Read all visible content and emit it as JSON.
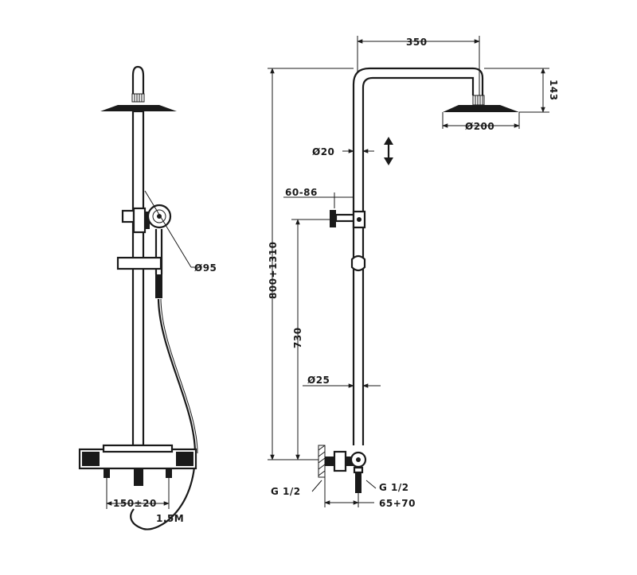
{
  "front_view": {
    "handshower_diameter": "Ø95",
    "hose_length": "1.5M",
    "inlet_spacing": "150±20"
  },
  "side_view": {
    "arm_reach": "350",
    "head_height": "143",
    "head_diameter": "Ø200",
    "rail_diameter": "Ø20",
    "bracket_range": "60-86",
    "total_height": "800+1310",
    "slider_height": "730",
    "pipe_diameter": "Ø25",
    "inlet_left": "G 1/2",
    "inlet_right": "G 1/2",
    "wall_offset": "65+70"
  }
}
